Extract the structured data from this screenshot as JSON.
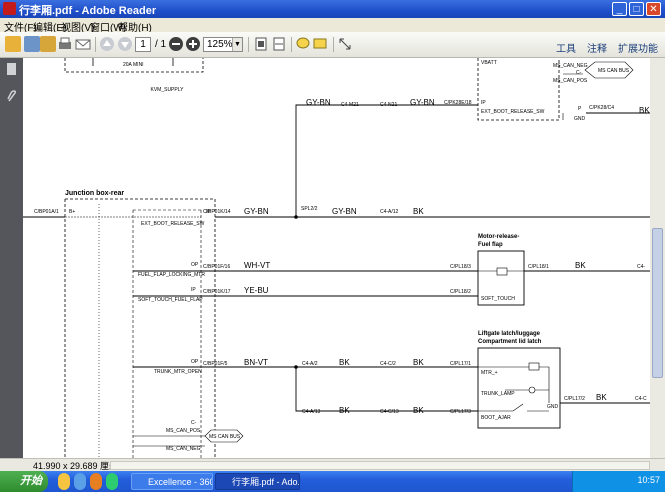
{
  "window": {
    "title": "行李厢.pdf - Adobe Reader"
  },
  "menu": [
    "文件(F)",
    "编辑(E)",
    "视图(V)",
    "窗口(W)",
    "帮助(H)"
  ],
  "toolbar": {
    "page_current": "1",
    "page_total": "/ 1",
    "zoom": "125%",
    "tools": "工具",
    "comment": "注释",
    "extend": "扩展功能"
  },
  "status": {
    "page_size": "41.990 x 29.689 厘米"
  },
  "taskbar": {
    "start": "开始",
    "tasks": [
      "Excellence - 360...",
      "行李厢.pdf - Ado..."
    ],
    "clock": "10:57"
  },
  "diagram": {
    "top_labels": [
      "20A MINI",
      "KVM_SUPPLY",
      "VBATT",
      "MS_CAN_NEG",
      "C-",
      "MS_CAN_POS",
      "MS CAN BUS"
    ],
    "right_top": {
      "p": "P",
      "gnd": "GND",
      "conn": "C/PK28/C4",
      "wire": "BK"
    },
    "row1": {
      "wire1": "GY-BN",
      "c1": "C4-M21",
      "c2": "C4-N21",
      "wire2": "GY-BN",
      "c3": "C/PK28E/18",
      "p": "IP",
      "sig": "EXT_BOOT_RELEASE_SW"
    },
    "junction": {
      "title": "Junction box-rear",
      "left_conn": "C/BP01A/1",
      "b": "B+",
      "conn": "C/BP01K/14",
      "ip": "IP",
      "sig": "EXT_BOOT_RELEASE_SW",
      "wire": "GY-BN",
      "splice": "SPL2/2",
      "wire2": "GY-BN",
      "c4": "C4-A/12",
      "bk": "BK"
    },
    "rows": [
      {
        "dir": "OP",
        "conn": "C/BP01F/16",
        "sig": "FUEL_FLAP_LOCKING_MTR",
        "wire": "WH-VT",
        "dest": "C/PL18/3"
      },
      {
        "dir": "IP",
        "conn": "C/BP01K/17",
        "sig": "SOFT_TOUCH_FUEL_FLAP",
        "wire": "YE-BU",
        "dest": "C/PL18/2"
      },
      {
        "dir": "OP",
        "conn": "C/BP01F/5",
        "sig": "TRUNK_MTR_OPEN",
        "wire": "BN-VT",
        "c1": "C4-A/2",
        "w1": "BK",
        "c2": "C4-C/2",
        "w2": "BK",
        "dest": "C/PL17/1"
      },
      {
        "c1": "C4-A/13",
        "w1": "BK",
        "c2": "C4-C/13",
        "w2": "BK",
        "dest": "C/PL17/3"
      }
    ],
    "fuel_flap": {
      "title1": "Motor-release-",
      "title2": "Fuel flap",
      "sig": "SOFT_TOUCH",
      "out": "C/PL18/1",
      "wire": "BK",
      "edge": "C4-"
    },
    "liftgate": {
      "title1": "Liftgate latch/luggage",
      "title2": "Compartment lid latch",
      "mtr": "MTR_+",
      "lamp": "TRUNK_LAMP",
      "ajar": "BOOT_AJAR",
      "gnd": "GND",
      "out": "C/PL17/2",
      "wire": "BK",
      "edge": "C4-C"
    },
    "bottom": {
      "c": "C-",
      "neg": "MS_CAN_NEG",
      "pos": "MS_CAN_POS",
      "bus": "MS CAN BUS"
    }
  }
}
